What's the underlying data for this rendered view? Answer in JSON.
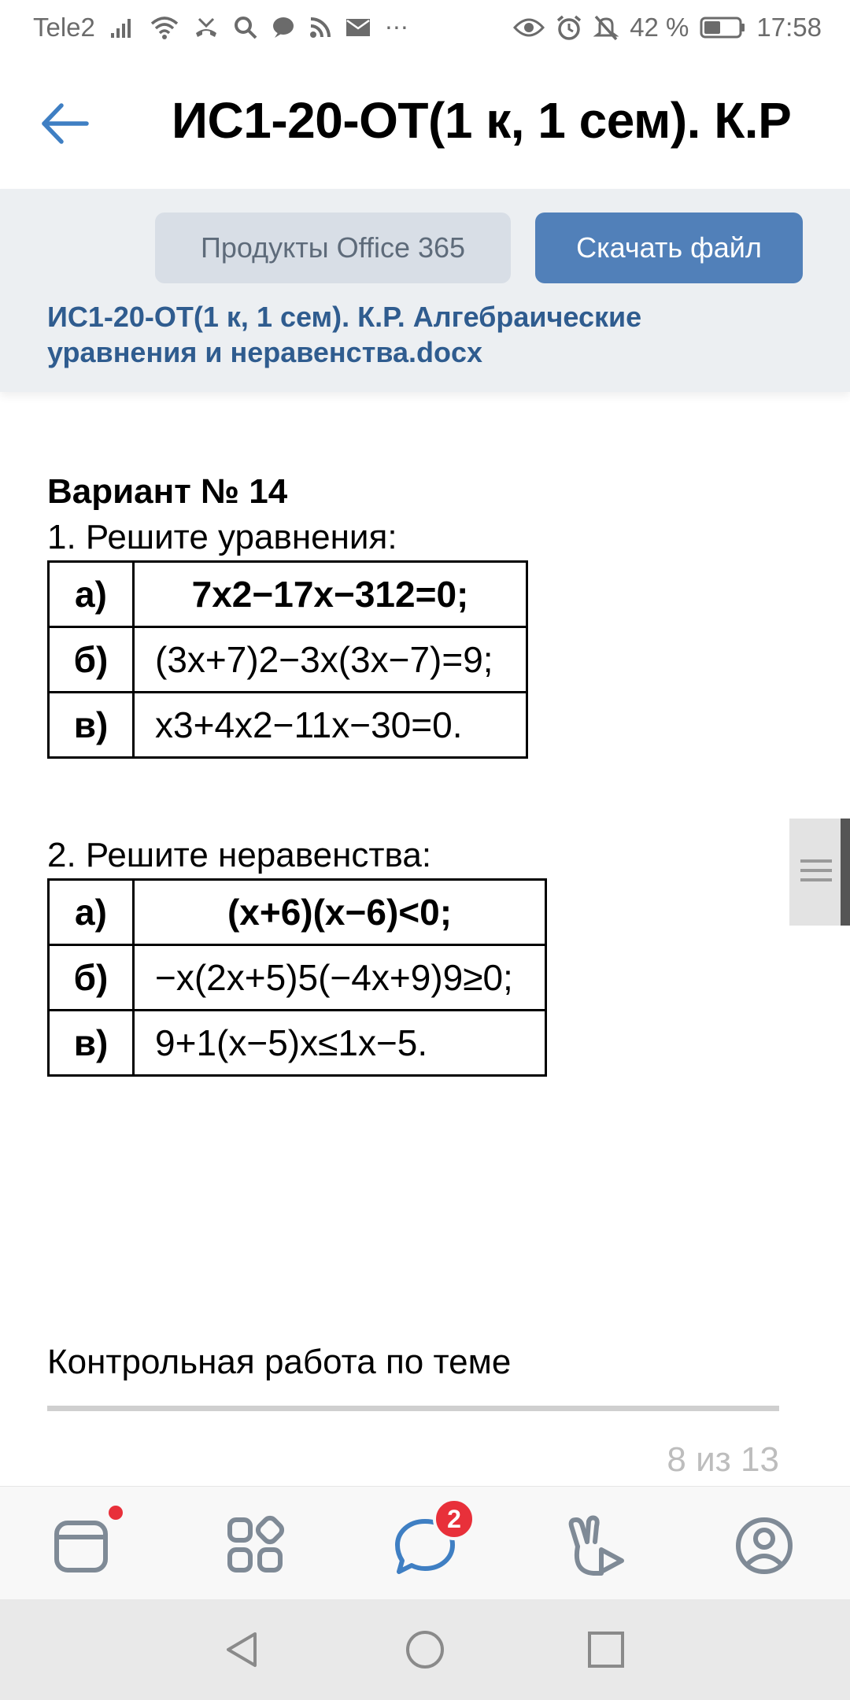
{
  "status_bar": {
    "carrier": "Tele2",
    "battery": "42 %",
    "time": "17:58"
  },
  "app_bar": {
    "title": "ИС1-20-ОТ(1 к, 1 сем). К.Р"
  },
  "file_panel": {
    "office_button": "Продукты Office 365",
    "download_button": "Скачать файл",
    "filename": "ИС1-20-ОТ(1 к, 1 сем). К.Р. Алгебраические уравнения и неравенства.docx"
  },
  "document": {
    "variant": "Вариант № 14",
    "task1": {
      "title": "1. Решите уравнения:",
      "rows": [
        {
          "label": "а)",
          "expr": "7x2−17x−312=0;"
        },
        {
          "label": "б)",
          "expr": "(3x+7)2−3x(3x−7)=9;"
        },
        {
          "label": "в)",
          "expr": "x3+4x2−11x−30=0."
        }
      ]
    },
    "task2": {
      "title": "2. Решите неравенства:",
      "rows": [
        {
          "label": "а)",
          "expr": "(x+6)(x−6)<0;"
        },
        {
          "label": "б)",
          "expr": "−x(2x+5)5(−4x+9)9≥0;"
        },
        {
          "label": "в)",
          "expr": "9+1(x−5)x≤1x−5."
        }
      ]
    },
    "next_page_text": "Контрольная работа по теме",
    "page_counter": "8 из 13"
  },
  "tab_bar": {
    "messages_badge": "2"
  },
  "icons": [
    "back-arrow-icon",
    "signal-icon",
    "wifi-icon",
    "missed-call-icon",
    "search-icon",
    "chat-icon",
    "rss-icon",
    "mail-icon",
    "more-icon",
    "eye-icon",
    "alarm-icon",
    "bell-off-icon",
    "battery-icon",
    "news-icon",
    "services-icon",
    "messenger-icon",
    "clips-icon",
    "profile-icon"
  ],
  "colors": {
    "accent": "#5180b9",
    "filename": "#2f5c8f",
    "badge": "#e8303a"
  }
}
